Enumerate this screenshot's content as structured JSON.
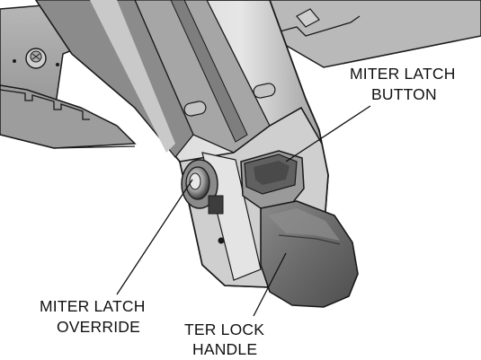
{
  "callouts": {
    "miter_latch_button": {
      "line1": "MITER LATCH",
      "line2": "BUTTON"
    },
    "miter_latch_override": {
      "line1": "MITER LATCH",
      "line2": "OVERRIDE"
    },
    "miter_lock_handle": {
      "line1": "TER LOCK",
      "line2": "HANDLE"
    }
  },
  "colors": {
    "metal_light": "#d9d9d9",
    "metal_mid": "#a8a8a8",
    "metal_dark": "#6e6e6e",
    "handle": "#707070",
    "outline": "#1a1a1a"
  }
}
